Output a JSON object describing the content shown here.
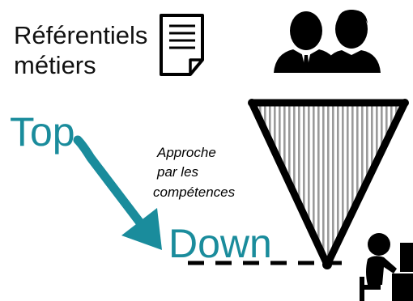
{
  "header": {
    "title_line1": "Référentiels",
    "title_line2": "métiers"
  },
  "arrow_labels": {
    "top": "Top",
    "down": "Down"
  },
  "approach": {
    "line1": "Approche",
    "line2": "par les",
    "line3": "compétences"
  },
  "icons": {
    "document": "document-icon",
    "people": "people-icon",
    "funnel": "funnel-triangle-icon",
    "worker": "worker-at-desk-icon"
  },
  "colors": {
    "accent": "#1a8c9c",
    "ink": "#000000",
    "hatch": "#9a9a9a"
  }
}
